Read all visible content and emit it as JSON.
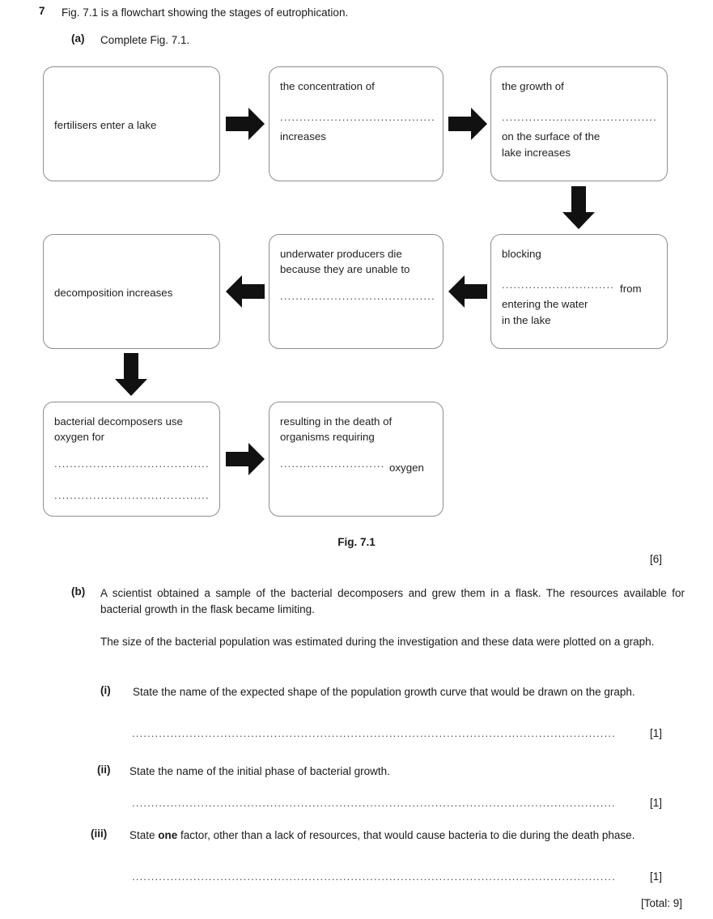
{
  "question": {
    "number": "7",
    "stem": "Fig. 7.1 is a flowchart showing the stages of eutrophication.",
    "part_a": {
      "label": "(a)",
      "text": "Complete Fig. 7.1.",
      "marks": "[6]"
    }
  },
  "figure": {
    "caption": "Fig. 7.1",
    "nodes": [
      {
        "id": "fertilisers",
        "line1": "fertilisers enter a lake",
        "line2": "",
        "line3": ""
      },
      {
        "id": "concentration",
        "line1": "the concentration of",
        "blank": "...........................................",
        "line2": "increases"
      },
      {
        "id": "growth",
        "line1": "the growth of",
        "blank": "............................................",
        "line2": "on the surface of the",
        "line3": "lake increases"
      },
      {
        "id": "blocking",
        "line1": "blocking",
        "blank": "...............................",
        "after_blank": "from",
        "line2": "entering the water",
        "line3": "in the lake"
      },
      {
        "id": "underwater-producers",
        "line1": "underwater producers die",
        "line2": "because they are unable to",
        "blank": "..........................................."
      },
      {
        "id": "decomposition",
        "line1": "decomposition increases"
      },
      {
        "id": "bacterial-decomposers",
        "line1": "bacterial decomposers use",
        "line2": "oxygen for",
        "blank1": "...........................................",
        "blank2": "..........................................."
      },
      {
        "id": "death-of-organisms",
        "line1": "resulting in the death of",
        "line2": "organisms requiring",
        "blank": "..............................",
        "after_blank": "oxygen"
      }
    ],
    "arrows": [
      {
        "id": "arrow-right-1",
        "direction": "right"
      },
      {
        "id": "arrow-right-2",
        "direction": "right"
      },
      {
        "id": "arrow-down-1",
        "direction": "down"
      },
      {
        "id": "arrow-left-1",
        "direction": "left"
      },
      {
        "id": "arrow-left-2",
        "direction": "left"
      },
      {
        "id": "arrow-down-2",
        "direction": "down"
      },
      {
        "id": "arrow-right-3",
        "direction": "right"
      }
    ]
  },
  "part_b": {
    "label": "(b)",
    "paragraph1": "A scientist obtained a sample of the bacterial decomposers and grew them in a flask. The resources available for bacterial growth in the flask became limiting.",
    "paragraph2": "The size of the bacterial population was estimated during the investigation and these data were plotted on a graph.",
    "sub_parts": [
      {
        "label": "(i)",
        "text": "State the name of the expected shape of the population growth curve that would be drawn on the graph.",
        "answer_dots": "..............................................................................................................................",
        "marks": "[1]"
      },
      {
        "label": "(ii)",
        "text": "State the name of the initial phase of bacterial growth.",
        "answer_dots": "..............................................................................................................................",
        "marks": "[1]"
      },
      {
        "label": "(iii)",
        "text_before_bold": "State ",
        "bold_word": "one",
        "text_after_bold": " factor, other than a lack of resources, that would cause bacteria to die during the death phase.",
        "answer_dots": "..............................................................................................................................",
        "marks": "[1]"
      }
    ]
  },
  "total": "[Total: 9]"
}
